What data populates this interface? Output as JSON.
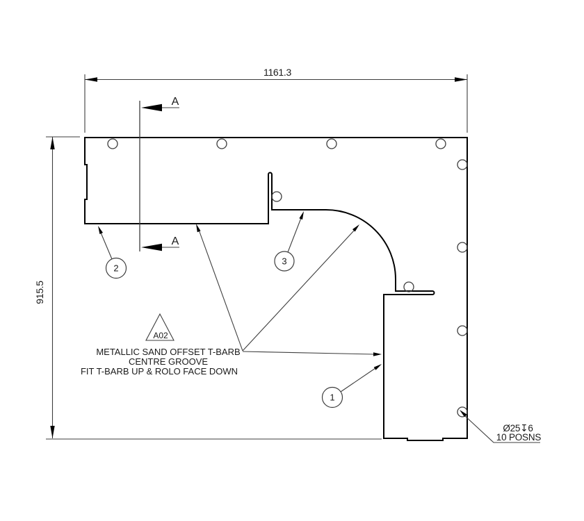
{
  "drawing": {
    "dimensions": {
      "horizontal": "1161.3",
      "vertical": "915.5"
    },
    "section_marker": "A",
    "balloons": [
      "1",
      "2",
      "3"
    ],
    "flag_note": "A02",
    "notes": [
      "METALLIC SAND OFFSET T-BARB",
      "CENTRE GROOVE",
      "FIT T-BARB UP & ROLO FACE DOWN"
    ],
    "hole_callout": [
      "Ø25↧6",
      "10 POSNS"
    ],
    "colors": {
      "background": "#ffffff",
      "outline": "#000000",
      "thin_line": "#3d3d3d",
      "text": "#1a1a1a"
    }
  }
}
